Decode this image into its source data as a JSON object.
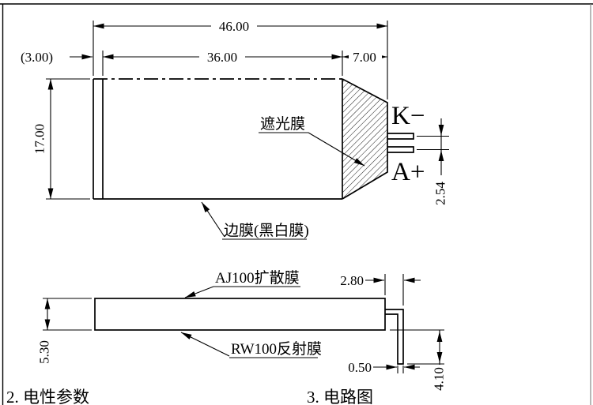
{
  "drawing": {
    "top_view": {
      "dim_total_width": "46.00",
      "dim_left_margin": "(3.00)",
      "dim_body_width": "36.00",
      "dim_led_width": "7.00",
      "dim_height": "17.00",
      "dim_pin_pitch": "2.54",
      "pin_negative": "K−",
      "pin_positive": "A+",
      "label_shading_film": "遮光膜",
      "label_edge_film": "边膜(黑白膜)"
    },
    "side_view": {
      "label_diffusion_film": "AJ100扩散膜",
      "label_reflection_film": "RW100反射膜",
      "dim_tail_offset": "2.80",
      "dim_tail_thickness": "0.50",
      "dim_tail_length": "4.10",
      "dim_stack_thickness": "5.30"
    },
    "captions": {
      "section_2": "2. 电性参数",
      "section_3": "3. 电路图"
    },
    "colors": {
      "line": "#000000",
      "background": "#ffffff"
    }
  }
}
